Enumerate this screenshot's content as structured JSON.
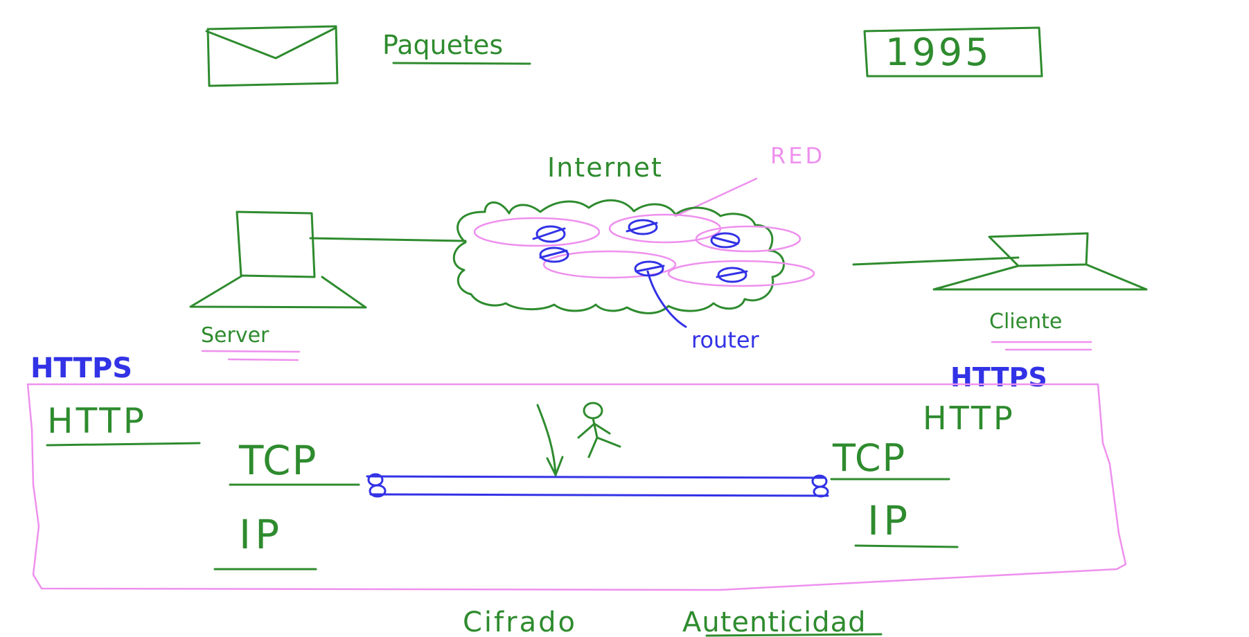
{
  "labels": {
    "paquetes": "Paquetes",
    "year": "1995",
    "internet": "Internet",
    "red": "RED",
    "server": "Server",
    "cliente": "Cliente",
    "router": "router",
    "https_left": "HTTPS",
    "https_right": "HTTPS",
    "http_left": "HTTP",
    "http_right": "HTTP",
    "tcp_left": "TCP",
    "tcp_right": "TCP",
    "ip_left": "IP",
    "ip_right": "IP",
    "cifrado": "Cifrado",
    "autenticidad": "Autenticidad"
  },
  "colors": {
    "green": "#2e8b2e",
    "blue": "#3232e6",
    "pink": "#ee90ee"
  }
}
